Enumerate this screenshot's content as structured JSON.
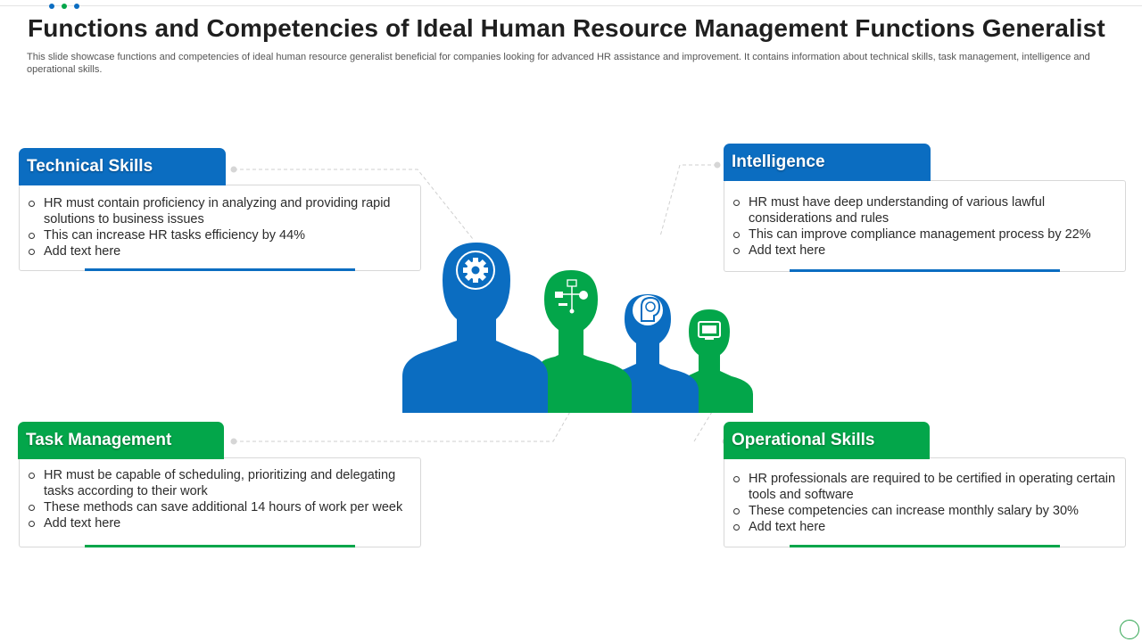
{
  "title": "Functions and Competencies of Ideal Human Resource Management Functions Generalist",
  "subtitle": "This slide showcase functions and competencies of ideal human resource generalist beneficial for companies looking for advanced HR assistance and improvement. It contains information about technical skills, task management, intelligence and operational skills.",
  "colors": {
    "blue": "#0B6DC1",
    "green": "#03A64A"
  },
  "sections": {
    "technical": {
      "heading": "Technical Skills",
      "items": [
        "HR must contain proficiency in analyzing and providing rapid solutions to business issues",
        "This can increase HR tasks efficiency by 44%",
        "Add text here"
      ]
    },
    "task": {
      "heading": "Task Management",
      "items": [
        "HR must be capable of scheduling, prioritizing and delegating tasks according to their work",
        "These methods can save additional 14 hours of work per week",
        "Add text here"
      ]
    },
    "intelligence": {
      "heading": "Intelligence",
      "items": [
        "HR must have deep understanding of various lawful considerations and rules",
        "This can improve compliance management process by 22%",
        "Add text here"
      ]
    },
    "operational": {
      "heading": "Operational Skills",
      "items": [
        "HR professionals are required to be certified in operating certain tools and software",
        "These competencies can increase monthly salary by 30%",
        "Add text here"
      ]
    }
  },
  "icons": [
    "gear-icon",
    "flowchart-icon",
    "brain-icon",
    "monitor-icon"
  ]
}
